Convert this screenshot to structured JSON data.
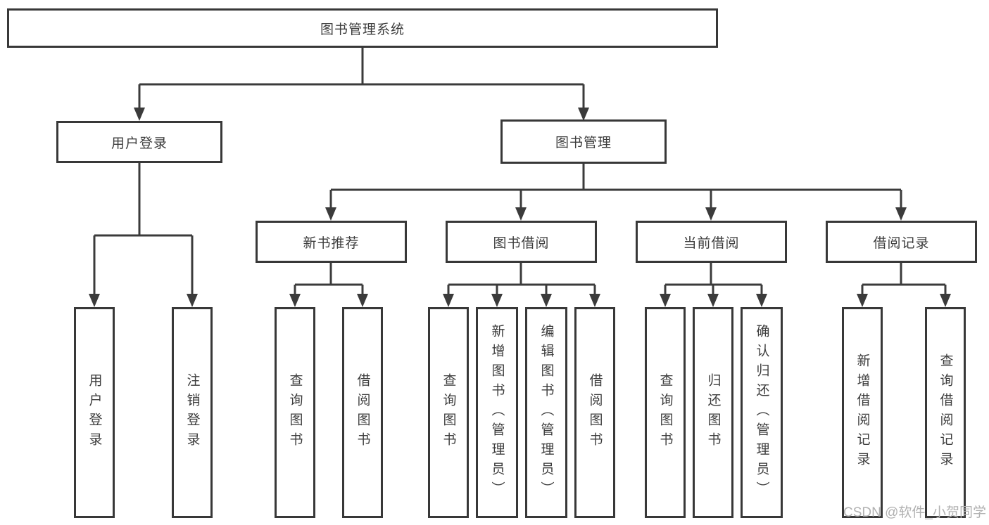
{
  "diagram": {
    "root": {
      "label": "图书管理系统",
      "children": [
        {
          "label": "用户登录",
          "children": [
            {
              "label": "用户登录"
            },
            {
              "label": "注销登录"
            }
          ]
        },
        {
          "label": "图书管理",
          "children": [
            {
              "label": "新书推荐",
              "children": [
                {
                  "label": "查询图书"
                },
                {
                  "label": "借阅图书"
                }
              ]
            },
            {
              "label": "图书借阅",
              "children": [
                {
                  "label": "查询图书"
                },
                {
                  "label": "新增图书（管理员）"
                },
                {
                  "label": "编辑图书（管理员）"
                },
                {
                  "label": "借阅图书"
                }
              ]
            },
            {
              "label": "当前借阅",
              "children": [
                {
                  "label": "查询图书"
                },
                {
                  "label": "归还图书"
                },
                {
                  "label": "确认归还（管理员）"
                }
              ]
            },
            {
              "label": "借阅记录",
              "children": [
                {
                  "label": "新增借阅记录"
                },
                {
                  "label": "查询借阅记录"
                }
              ]
            }
          ]
        }
      ]
    }
  },
  "watermark": {
    "text": "CSDN @软件_小贺同学"
  },
  "colors": {
    "line": "#3b3b3b",
    "border": "#383838",
    "text": "#3d3d3d",
    "boxfill": "#ffffff",
    "background": "#ffffff",
    "watermark": "#b1b1b1"
  }
}
